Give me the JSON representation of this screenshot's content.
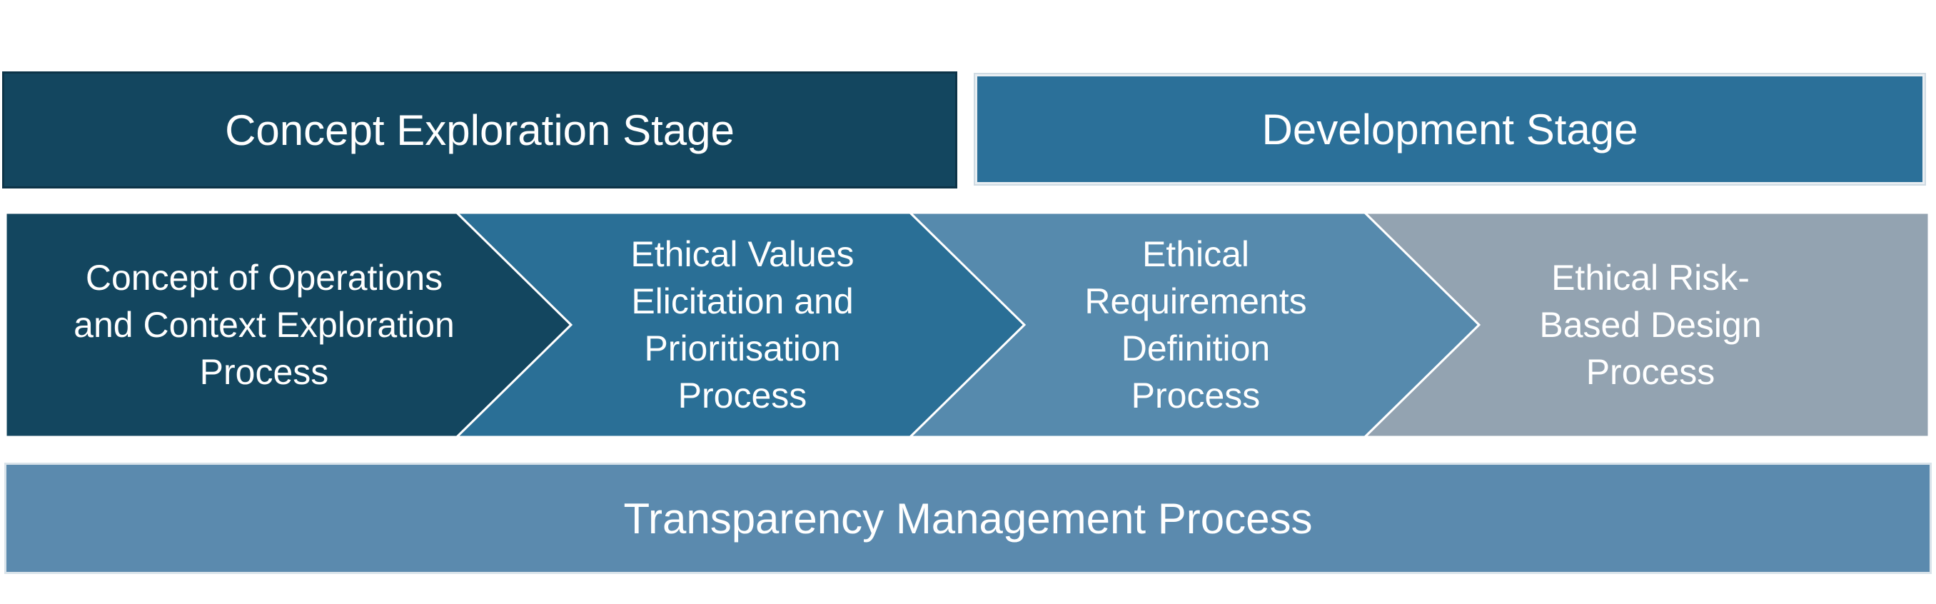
{
  "stages": [
    {
      "label": "Concept Exploration Stage",
      "color": "#13465f"
    },
    {
      "label": "Development Stage",
      "color": "#2b7099"
    }
  ],
  "processes": [
    {
      "label": "Concept of Operations\nand Context Exploration\nProcess",
      "color": "#13465f"
    },
    {
      "label": "Ethical Values\nElicitation and\nPrioritisation\nProcess",
      "color": "#2a6f96"
    },
    {
      "label": "Ethical\nRequirements\nDefinition\nProcess",
      "color": "#568aad"
    },
    {
      "label": "Ethical Risk-\nBased Design\nProcess",
      "color": "#93a3b1"
    }
  ],
  "management": {
    "label": "Transparency Management Process",
    "color": "#5b8aae"
  }
}
